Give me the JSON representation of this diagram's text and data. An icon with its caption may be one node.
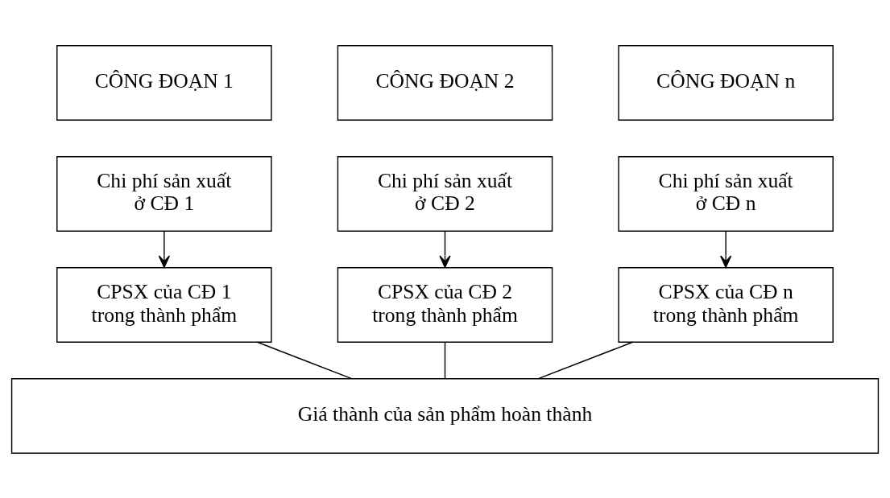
{
  "diagram": {
    "nodes": [
      {
        "text": [
          "CÔNG ĐOẠN 1"
        ]
      },
      {
        "text": [
          "CÔNG ĐOẠN 2"
        ]
      },
      {
        "text": [
          "CÔNG ĐOẠN n"
        ]
      },
      {
        "text": [
          "Chi phí sản xuất ở CĐ 1"
        ]
      },
      {
        "text": [
          "Chi phí sản xuất ở CĐ 2"
        ]
      },
      {
        "text": [
          "Chi phí sản xuất ở CĐ n"
        ]
      },
      {
        "text": [
          "CPSX của CĐ 1 trong thành phẩm"
        ]
      },
      {
        "text": [
          "CPSX của CĐ 2 trong thành phẩm"
        ]
      },
      {
        "text": [
          "CPSX của CĐ n trong thành phẩm"
        ]
      },
      {
        "text": [
          "Giá thành của sản phẩm hoàn thành"
        ]
      }
    ],
    "edges": [
      {
        "from": 3,
        "to": 6,
        "arrow": "to"
      },
      {
        "from": 4,
        "to": 7,
        "arrow": "to"
      },
      {
        "from": 5,
        "to": 8,
        "arrow": "to"
      },
      {
        "from": 6,
        "to": 9,
        "arrow": "none"
      },
      {
        "from": 7,
        "to": 9,
        "arrow": "none"
      },
      {
        "from": 8,
        "to": 9,
        "arrow": "none"
      }
    ]
  }
}
